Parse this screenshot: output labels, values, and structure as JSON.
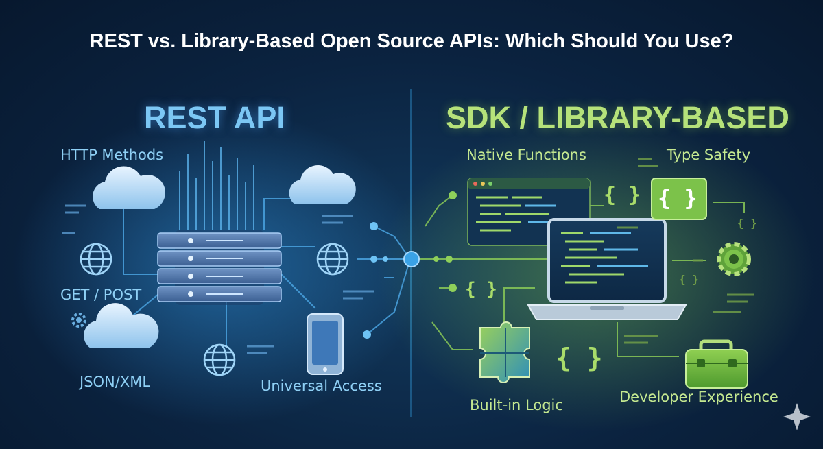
{
  "title": "REST vs. Library-Based Open Source APIs: Which Should You Use?",
  "rest": {
    "heading": "REST API",
    "labels": {
      "http_methods": "HTTP Methods",
      "get_post": "GET / POST",
      "json_xml": "JSON/XML",
      "universal_access": "Universal Access"
    }
  },
  "sdk": {
    "heading": "SDK / LIBRARY-BASED",
    "labels": {
      "native_functions": "Native Functions",
      "type_safety": "Type Safety",
      "built_in_logic": "Built-in Logic",
      "developer_experience": "Developer Experience"
    },
    "brace_glyph": "{ }"
  },
  "colors": {
    "rest_accent": "#7cc7f4",
    "sdk_accent": "#b6e27a",
    "background": "#0b2340",
    "title": "#ffffff"
  },
  "icons": [
    "cloud-icon",
    "server-rack-icon",
    "globe-icon",
    "gear-icon",
    "mobile-phone-icon",
    "browser-window-icon",
    "laptop-icon",
    "code-braces-icon",
    "puzzle-icon",
    "toolbox-icon",
    "sparkle-icon"
  ]
}
